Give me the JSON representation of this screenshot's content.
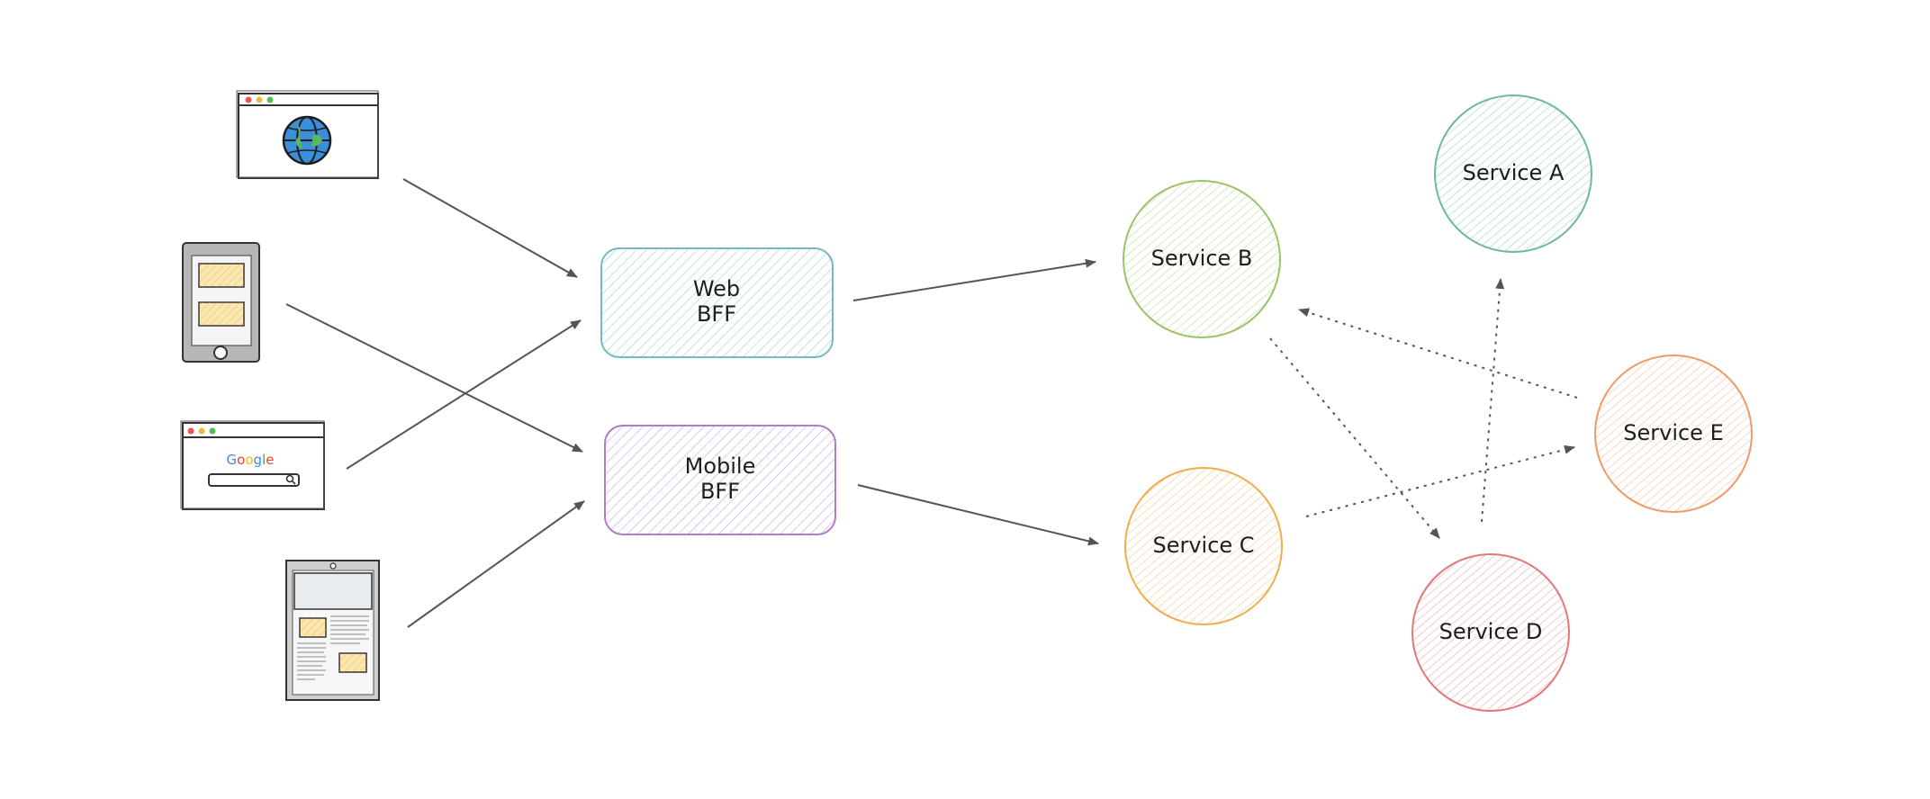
{
  "nodes": {
    "web_bff": {
      "line1": "Web",
      "line2": "BFF"
    },
    "mobile_bff": {
      "line1": "Mobile",
      "line2": "BFF"
    },
    "service_a": {
      "label": "Service A"
    },
    "service_b": {
      "label": "Service B"
    },
    "service_c": {
      "label": "Service C"
    },
    "service_d": {
      "label": "Service D"
    },
    "service_e": {
      "label": "Service E"
    }
  },
  "clients": {
    "search_logo": "Google"
  },
  "icons": {
    "web_browser": "globe-browser-icon",
    "mobile_phone": "mobile-phone-icon",
    "search_browser": "search-browser-icon",
    "tablet": "tablet-icon"
  },
  "colors": {
    "web_bff": "#74b9c9",
    "mobile_bff": "#b07cc6",
    "service_a": "#6fb89f",
    "service_b": "#9cc26a",
    "service_c": "#f0ad4e",
    "service_d": "#e07a7a",
    "service_e": "#ee9b6a",
    "arrow": "#555555"
  }
}
